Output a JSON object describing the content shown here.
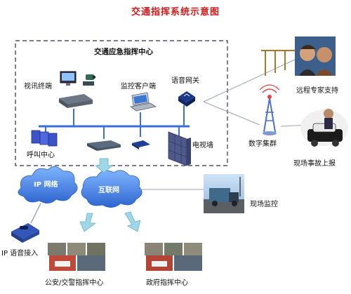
{
  "title": "交通指挥系统示意图",
  "center": {
    "label": "交通应急指挥中心"
  },
  "nodes": {
    "video_terminal": "视讯终端",
    "monitor_client": "监控客户端",
    "voice_gateway": "语音网关",
    "call_center": "呼叫中心",
    "tv_wall": "电视墙",
    "remote_experts": "远程专家支持",
    "digital_trunking": "数字集群",
    "accident_report": "现场事故上报",
    "ip_network": "IP 网络",
    "internet": "互联网",
    "site_monitoring": "现场监控",
    "ip_voice_access": "IP 语音接入",
    "police_center": "公安/交警指挥中心",
    "gov_center": "政府指挥中心"
  },
  "colors": {
    "title": "#d21a1a",
    "bus": "#3a6fd8",
    "cloud": "#3f7fe0",
    "arrow": "#9fd6e8",
    "dashed_box": "#2a2a5a"
  },
  "icons": [
    "monitor-icon",
    "router-icon",
    "camera-icon",
    "server-icon",
    "laptop-icon",
    "modem-icon",
    "gateway-icon",
    "radio-tower-icon",
    "phone-icon",
    "video-wall-icon"
  ]
}
